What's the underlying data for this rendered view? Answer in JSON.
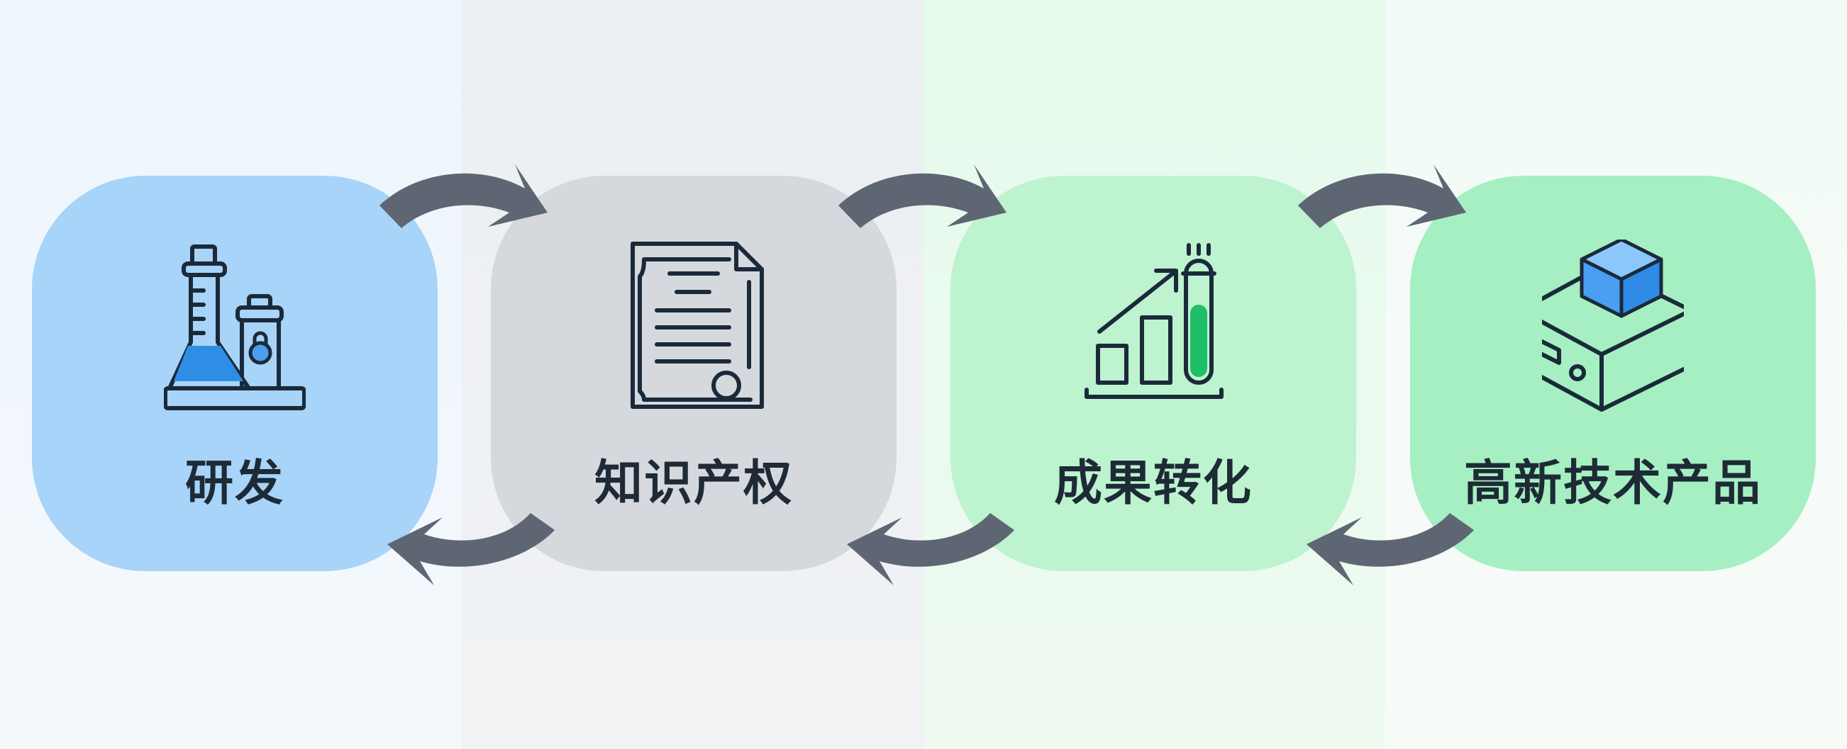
{
  "nodes": [
    {
      "label": "研发",
      "icon": "lab-flask-icon",
      "color": "#a7d4f8"
    },
    {
      "label": "知识产权",
      "icon": "certificate-document-icon",
      "color": "#d5d9de"
    },
    {
      "label": "成果转化",
      "icon": "growth-chart-test-tube-icon",
      "color": "#bdf3ce"
    },
    {
      "label": "高新技术产品",
      "icon": "product-box-device-icon",
      "color": "#a6efc2"
    }
  ],
  "arrow_color": "#5f6673"
}
